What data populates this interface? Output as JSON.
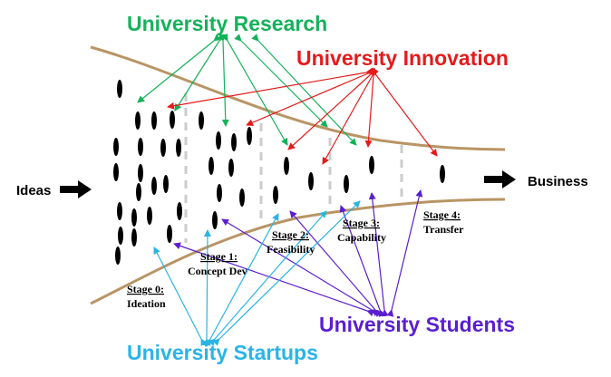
{
  "labels": {
    "university_research": "University Research",
    "university_innovation": "University Innovation",
    "university_students": "University Students",
    "university_startups": "University Startups",
    "ideas": "Ideas",
    "business": "Business"
  },
  "stages": [
    {
      "title": "Stage 0:",
      "subtitle": "Ideation"
    },
    {
      "title": "Stage 1:",
      "subtitle": "Concept Dev"
    },
    {
      "title": "Stage 2:",
      "subtitle": "Feasibility"
    },
    {
      "title": "Stage 3:",
      "subtitle": "Capability"
    },
    {
      "title": "Stage 4:",
      "subtitle": "Transfer"
    }
  ],
  "colors": {
    "research": "#14b25a",
    "innovation": "#e41b1b",
    "students": "#5a1fcf",
    "startups": "#29b4e6",
    "funnel": "#b89565",
    "divider": "#cccccc",
    "ellipse": "#000000"
  }
}
